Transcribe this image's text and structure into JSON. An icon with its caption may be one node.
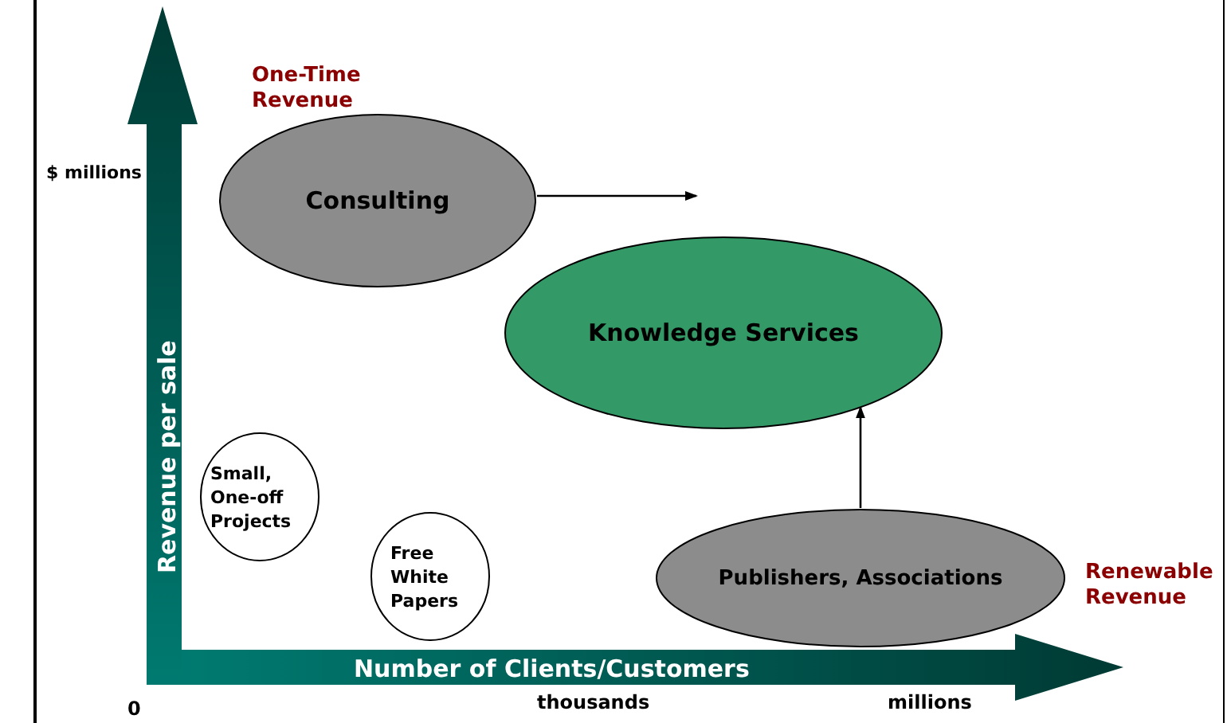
{
  "diagram": {
    "nodes": [
      {
        "text": [
          "Consulting"
        ]
      },
      {
        "text": [
          "Knowledge Services"
        ]
      },
      {
        "text": [
          "Small, One-off Projects"
        ]
      },
      {
        "text": [
          "Free White Papers"
        ]
      },
      {
        "text": [
          "Publishers, Associations"
        ]
      }
    ],
    "edges": [
      {
        "from": 0,
        "to": null,
        "arrow": "to"
      },
      {
        "from": 4,
        "to": 1,
        "arrow": "to"
      }
    ],
    "labels": [
      "One-Time Revenue",
      "$ millions",
      "Revenue per sale",
      "Renewable Revenue",
      "Number of Clients/Customers",
      "0",
      "thousands",
      "millions"
    ]
  }
}
